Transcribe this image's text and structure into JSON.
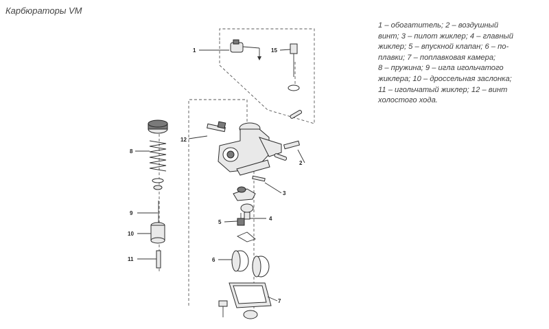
{
  "title": "Карбюраторы VM",
  "legend_lines": [
    "1 – обогатитель; 2 – воздушный",
    "винт; 3 – пилот жиклер; 4 – главный",
    "жиклер; 5 – впускной клапан; 6 – по-",
    "плавки; 7 – поплавковая камера;",
    "8 – пружина; 9 – игла игольчатого",
    "жиклера; 10 – дроссельная заслонка;",
    "11 – игольчатый жиклер; 12 – винт",
    "холостого хода."
  ],
  "callouts": {
    "n1": "1",
    "n2": "2",
    "n3": "3",
    "n4": "4",
    "n5": "5",
    "n6": "6",
    "n7": "7",
    "n8": "8",
    "n9": "9",
    "n10": "10",
    "n11": "11",
    "n12": "12",
    "n15": "15"
  }
}
